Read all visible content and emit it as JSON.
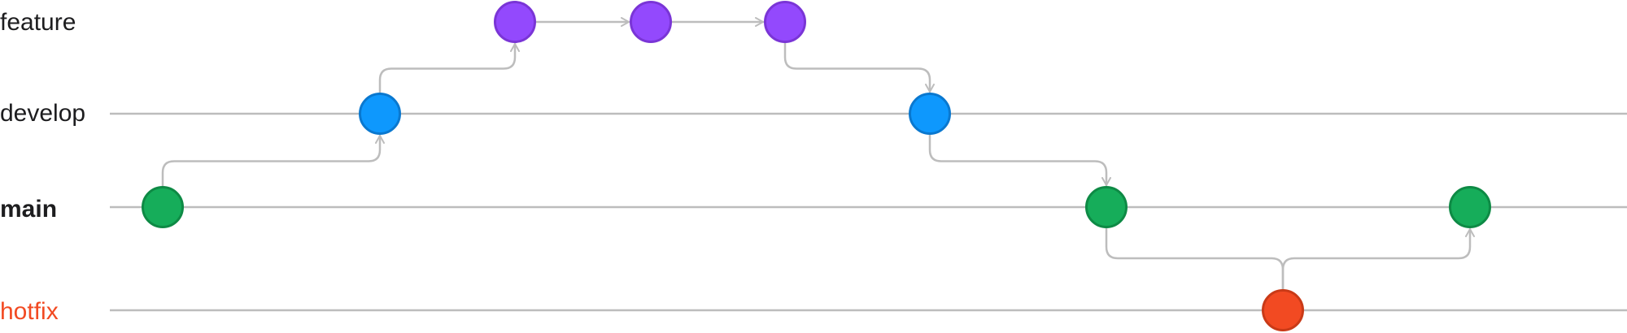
{
  "diagram": {
    "title": "Git branching graph",
    "colors": {
      "line": "#bdbdbd",
      "main": "#16ad5a",
      "main_stroke": "#0e8a45",
      "develop": "#0e98fd",
      "develop_stroke": "#0a78cf",
      "feature": "#9349fd",
      "feature_stroke": "#7a35d6",
      "hotfix": "#f24a22",
      "hotfix_stroke": "#c93a17",
      "label": "#1d1d1f",
      "hotfix_label": "#f24a22"
    },
    "lanes": [
      {
        "id": "feature",
        "label": "feature",
        "bold": false,
        "baseline": false,
        "label_color": "#1d1d1f"
      },
      {
        "id": "develop",
        "label": "develop",
        "bold": false,
        "baseline": true,
        "label_color": "#1d1d1f"
      },
      {
        "id": "main",
        "label": "main",
        "bold": true,
        "baseline": true,
        "label_color": "#1d1d1f"
      },
      {
        "id": "hotfix",
        "label": "hotfix",
        "bold": false,
        "baseline": true,
        "label_color": "#f24a22"
      }
    ],
    "commits": [
      {
        "id": "m1",
        "lane": "main",
        "order": 1
      },
      {
        "id": "d1",
        "lane": "develop",
        "order": 2
      },
      {
        "id": "f1",
        "lane": "feature",
        "order": 3
      },
      {
        "id": "f2",
        "lane": "feature",
        "order": 4
      },
      {
        "id": "f3",
        "lane": "feature",
        "order": 5
      },
      {
        "id": "d2",
        "lane": "develop",
        "order": 6
      },
      {
        "id": "m2",
        "lane": "main",
        "order": 7
      },
      {
        "id": "h1",
        "lane": "hotfix",
        "order": 8
      },
      {
        "id": "m3",
        "lane": "main",
        "order": 9
      }
    ],
    "edges": [
      {
        "from": "m1",
        "to": "d1",
        "kind": "branch"
      },
      {
        "from": "d1",
        "to": "f1",
        "kind": "branch"
      },
      {
        "from": "f1",
        "to": "f2",
        "kind": "straight"
      },
      {
        "from": "f2",
        "to": "f3",
        "kind": "straight"
      },
      {
        "from": "f3",
        "to": "d2",
        "kind": "merge"
      },
      {
        "from": "d2",
        "to": "m2",
        "kind": "merge"
      },
      {
        "from": "m2",
        "to": "h1",
        "kind": "branch-down"
      },
      {
        "from": "h1",
        "to": "m3",
        "kind": "merge-up"
      }
    ]
  }
}
